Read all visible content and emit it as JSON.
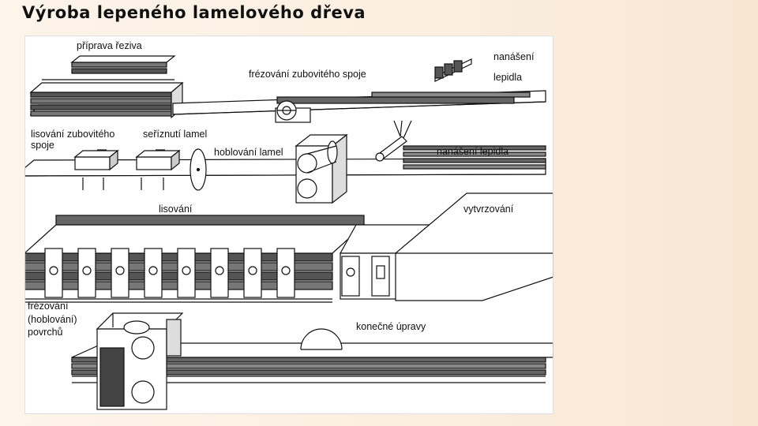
{
  "slide": {
    "title": "Výroba lepeného lamelového dřeva"
  },
  "diagram": {
    "labels": {
      "priprava": "příprava řeziva",
      "frezovani_spoje": "frézování zubovitého spoje",
      "naneseni1_a": "nanášení",
      "naneseni1_b": "lepidla",
      "lisovani_spoje_a": "lisování zubovitého",
      "lisovani_spoje_b": "spoje",
      "serizuti": "seříznutí lamel",
      "hoblovani": "hoblování lamel",
      "naneseni2": "nanášení lepidla",
      "lisovani": "lisování",
      "vytvrzovani": "vytvrzování",
      "frezovani_povrchu_a": "frézování",
      "frezovani_povrchu_b": "(hoblování)",
      "frezovani_povrchu_c": "povrchů",
      "konecne": "konečné úpravy"
    }
  }
}
